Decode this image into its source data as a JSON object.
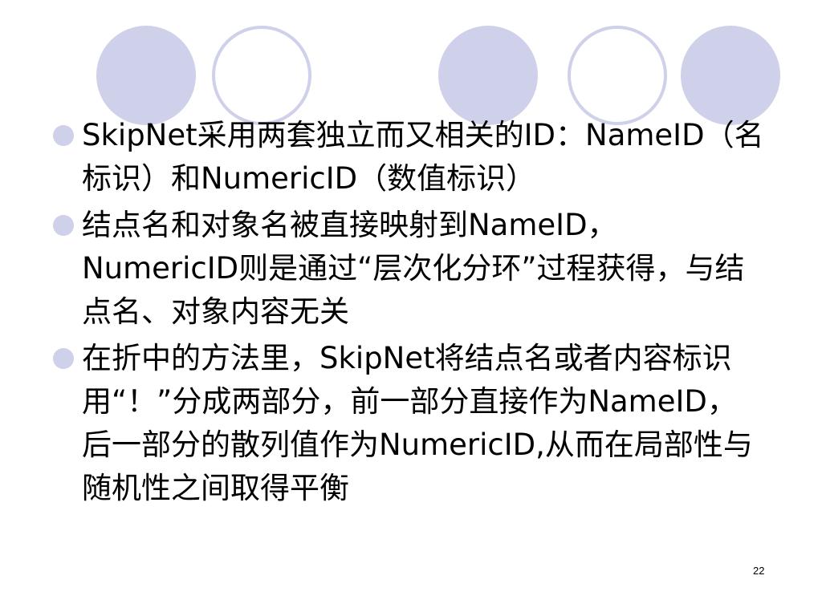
{
  "colors": {
    "background": "#ffffff",
    "circle_fill": "#cfd0ea",
    "circle_outline": "#cfd0ea",
    "bullet": "#cfd0ea",
    "text": "#000000"
  },
  "decorations": {
    "circles": [
      "filled",
      "outlined",
      "filled",
      "outlined",
      "filled"
    ]
  },
  "bullets": [
    {
      "text": "SkipNet采用两套独立而又相关的ID：NameID（名标识）和NumericID（数值标识）"
    },
    {
      "text": "结点名和对象名被直接映射到NameID，NumericID则是通过“层次化分环”过程获得，与结点名、对象内容无关"
    },
    {
      "text": "在折中的方法里，SkipNet将结点名或者内容标识用“！”分成两部分，前一部分直接作为NameID，后一部分的散列值作为NumericID,从而在局部性与随机性之间取得平衡"
    }
  ],
  "page_number": "22"
}
